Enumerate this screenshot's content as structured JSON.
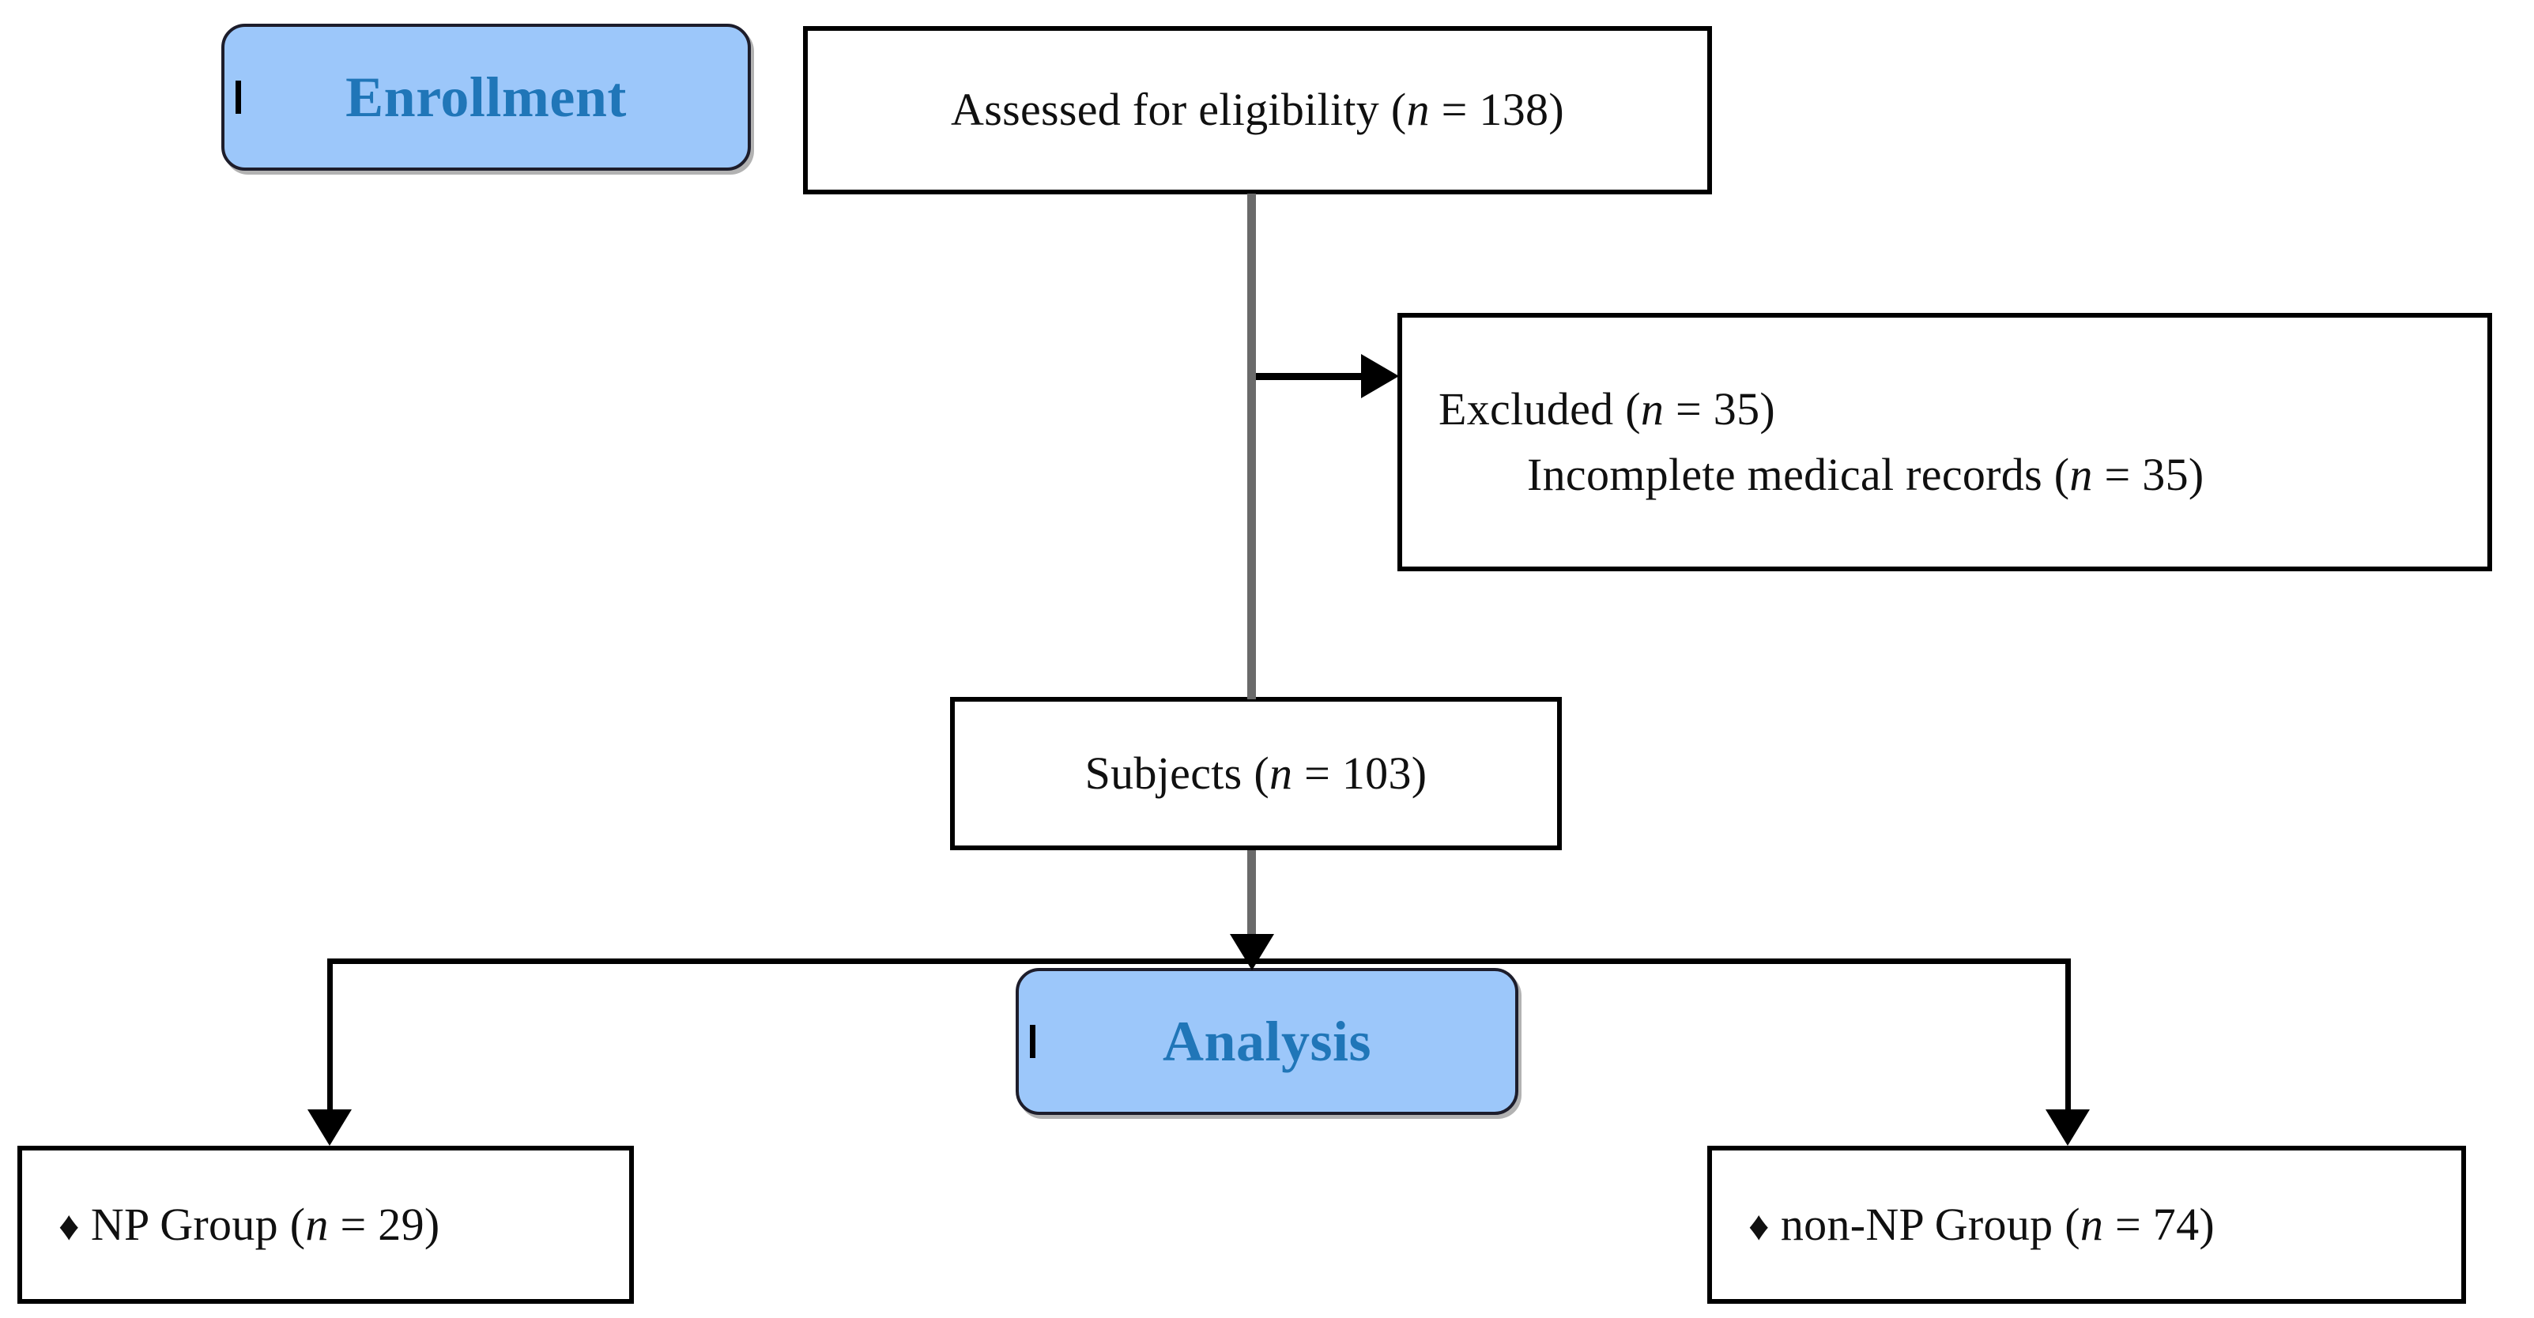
{
  "diagram": {
    "type": "consort-participant-flow-diagram",
    "stages": [
      {
        "id": "enrollment",
        "label": "Enrollment"
      },
      {
        "id": "analysis",
        "label": "Analysis"
      }
    ],
    "nodes": {
      "assessed": {
        "text": "Assessed for eligibility (n = 138)",
        "prefix": "Assessed for eligibility (",
        "italic": "n",
        "suffix": " = 138)",
        "count": 138
      },
      "excluded": {
        "line1_prefix": "Excluded (",
        "line1_italic": "n",
        "line1_suffix": " = 35)",
        "line2_prefix": "Incomplete medical records (",
        "line2_italic": "n",
        "line2_suffix": " = 35)",
        "excluded_count": 35,
        "reason_count": 35
      },
      "subjects": {
        "prefix": "Subjects (",
        "italic": "n",
        "suffix": " = 103)",
        "count": 103
      },
      "np_group": {
        "bullet": "♦",
        "prefix": "NP Group (",
        "italic": "n",
        "suffix": " = 29)",
        "count": 29
      },
      "non_np_group": {
        "bullet": "♦",
        "prefix": "non-NP Group (",
        "italic": "n",
        "suffix": " = 74)",
        "count": 74
      }
    },
    "colors": {
      "stage_fill": "#9CC7FA",
      "stage_text": "#2076B8",
      "stage_border": "#1d1d2b",
      "node_border": "#000000",
      "node_text": "#101010",
      "connector_gray": "#6a6a6a",
      "connector_black": "#000000",
      "background": "#ffffff"
    }
  }
}
